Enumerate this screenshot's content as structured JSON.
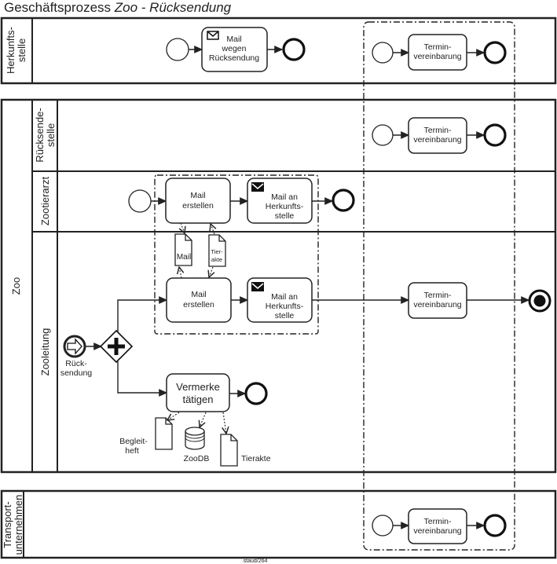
{
  "title": {
    "main": "Geschäftsprozess ",
    "italic": "Zoo - Rücksendung"
  },
  "pools": {
    "herkunft": {
      "label": [
        "Herkunfts-",
        "stelle"
      ]
    },
    "zoo": {
      "label": "Zoo",
      "lanes": {
        "ruecksende": [
          "Rücksende-",
          "stelle"
        ],
        "tierarzt": "Zootierarzt",
        "leitung": "Zooleitung"
      }
    },
    "transport": {
      "label": [
        "Transport-",
        "unternehmen"
      ]
    }
  },
  "tasks": {
    "mail_wegen": [
      "Mail",
      "wegen",
      "Rücksendung"
    ],
    "termin": [
      "Termin-",
      "vereinbarung"
    ],
    "mail_erstellen": [
      "Mail",
      "erstellen"
    ],
    "mail_an": [
      "Mail an",
      "Herkunfts-",
      "stelle"
    ],
    "vermerke": [
      "Vermerke",
      "tätigen"
    ]
  },
  "events": {
    "start_label": [
      "Rück-",
      "sendung"
    ]
  },
  "artifacts": {
    "mail": "Mail",
    "tierakte_small": [
      "Tier-",
      "akte"
    ],
    "begleitheft": [
      "Begleit-",
      "heft"
    ],
    "zoodb": "ZooDB",
    "tierakte": "Tierakte"
  },
  "footer": "staud/264"
}
